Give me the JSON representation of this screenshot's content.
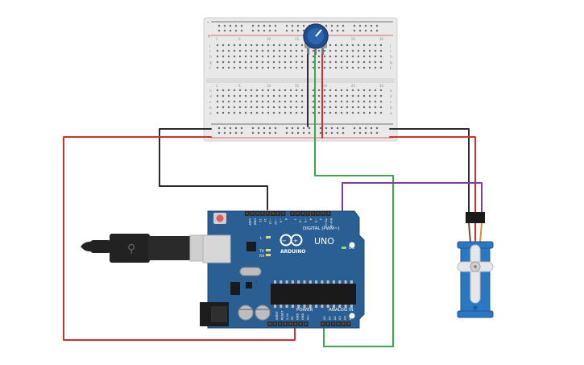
{
  "canvas": {
    "background": "#ffffff"
  },
  "breadboard": {
    "row_letters_top": [
      "j",
      "i",
      "h",
      "g",
      "f"
    ],
    "row_letters_bottom": [
      "e",
      "d",
      "c",
      "b",
      "a"
    ],
    "column_numbers": [
      "1",
      "5",
      "10",
      "15",
      "20",
      "25",
      "30"
    ],
    "rail_plus": "+",
    "rail_minus": "-",
    "color": "#e9e9e9",
    "hole_color": "#6f6f6f",
    "rail_red": "#d9413b",
    "rail_blue": "#4a4a4a"
  },
  "potentiometer": {
    "knob_color": "#1f4f8f"
  },
  "arduino": {
    "logo_text": "ARDUINO",
    "model_text": "UNO",
    "digital_label": "DIGITAL (PWM~)",
    "power_label": "POWER",
    "analog_label": "ANALOG IN",
    "tx_label": "TX",
    "rx_label": "RX",
    "l_label": "L",
    "on_label": "ON",
    "digital_pins": [
      "AREF",
      "GND",
      "13",
      "12",
      "~11",
      "~10",
      "~9",
      "8",
      "7",
      "~6",
      "~5",
      "4",
      "~3",
      "2",
      "TX→1",
      "RX←0"
    ],
    "power_pins": [
      "IOREF",
      "RESET",
      "3.3V",
      "5V",
      "GND",
      "GND",
      "Vin"
    ],
    "analog_pins": [
      "A0",
      "A1",
      "A2",
      "A3",
      "A4",
      "A5"
    ],
    "board_color": "#2a5f93",
    "header_color": "#2a2a2a"
  },
  "servo": {
    "body_color": "#2b78c2",
    "horn_color": "#e6e6e6"
  },
  "wires": {
    "red": "#d0312d",
    "black": "#2b2b2b",
    "green": "#3aa552",
    "purple": "#7b3f9e"
  },
  "usb": {
    "plug_color": "#222222",
    "metal_color": "#cfcfcf"
  }
}
